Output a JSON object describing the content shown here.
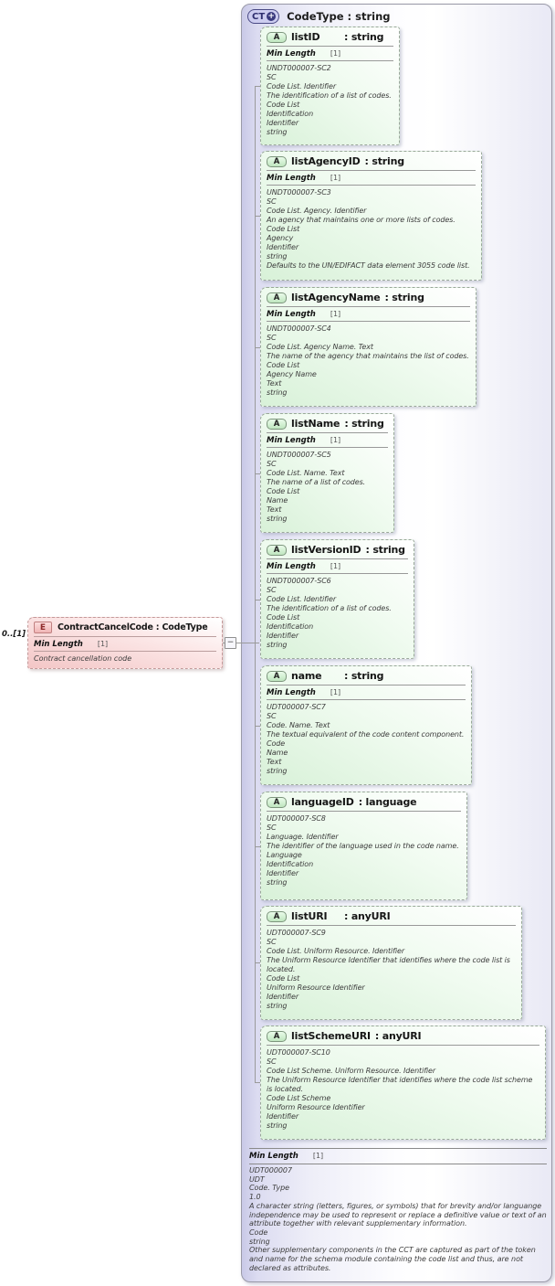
{
  "element": {
    "badge": "E",
    "cardinality": "0..[1]",
    "title": "ContractCancelCode : CodeType",
    "facet_label": "Min Length",
    "facet_value": "[1]",
    "description": "Contract cancellation code"
  },
  "connector": {
    "collapse_icon": "−"
  },
  "complex_type": {
    "badge": "CT",
    "expand_icon": "+",
    "title": "CodeType : string",
    "attributes": [
      {
        "badge": "A",
        "name": "listID",
        "type": ": string",
        "facet_label": "Min Length",
        "facet_value": "[1]",
        "lines": [
          "UNDT000007-SC2",
          "SC",
          "Code List. Identifier",
          "The identification of a list of codes.",
          "Code List",
          "Identification",
          "Identifier",
          "string"
        ]
      },
      {
        "badge": "A",
        "name": "listAgencyID",
        "type": ": string",
        "facet_label": "Min Length",
        "facet_value": "[1]",
        "lines": [
          "UNDT000007-SC3",
          "SC",
          "Code List. Agency. Identifier",
          "An agency that maintains one or more lists of codes.",
          "Code List",
          "Agency",
          "Identifier",
          "string",
          "Defaults to the UN/EDIFACT data element 3055 code list."
        ]
      },
      {
        "badge": "A",
        "name": "listAgencyName",
        "type": ": string",
        "facet_label": "Min Length",
        "facet_value": "[1]",
        "lines": [
          "UNDT000007-SC4",
          "SC",
          "Code List. Agency Name. Text",
          "The name of the agency that maintains the list of codes.",
          "Code List",
          "Agency Name",
          "Text",
          "string"
        ]
      },
      {
        "badge": "A",
        "name": "listName",
        "type": ": string",
        "facet_label": "Min Length",
        "facet_value": "[1]",
        "lines": [
          "UNDT000007-SC5",
          "SC",
          "Code List. Name. Text",
          "The name of a list of codes.",
          "Code List",
          "Name",
          "Text",
          "string"
        ]
      },
      {
        "badge": "A",
        "name": "listVersionID",
        "type": ": string",
        "facet_label": "Min Length",
        "facet_value": "[1]",
        "lines": [
          "UNDT000007-SC6",
          "SC",
          "Code List. Identifier",
          "The identification of a list of codes.",
          "Code List",
          "Identification",
          "Identifier",
          "string"
        ]
      },
      {
        "badge": "A",
        "name": "name",
        "type": ": string",
        "facet_label": "Min Length",
        "facet_value": "[1]",
        "lines": [
          "UDT000007-SC7",
          "SC",
          "Code. Name. Text",
          "The textual equivalent of the code content component.",
          "Code",
          "Name",
          "Text",
          "string"
        ]
      },
      {
        "badge": "A",
        "name": "languageID",
        "type": ": language",
        "lines": [
          "UDT000007-SC8",
          "SC",
          "Language. Identifier",
          "The identifier of the language used in the code name.",
          "Language",
          "Identification",
          "Identifier",
          "string"
        ]
      },
      {
        "badge": "A",
        "name": "listURI",
        "type": ": anyURI",
        "lines": [
          "UDT000007-SC9",
          "SC",
          "Code List. Uniform Resource. Identifier",
          "The Uniform Resource Identifier that identifies where the code list is located.",
          "Code List",
          "Uniform Resource Identifier",
          "Identifier",
          "string"
        ]
      },
      {
        "badge": "A",
        "name": "listSchemeURI",
        "type": ": anyURI",
        "lines": [
          "UDT000007-SC10",
          "SC",
          "Code List Scheme. Uniform Resource. Identifier",
          "The Uniform Resource Identifier that identifies where the code list scheme is located.",
          "Code List Scheme",
          "Uniform Resource Identifier",
          "Identifier",
          "string"
        ]
      }
    ],
    "footer": {
      "facet_label": "Min Length",
      "facet_value": "[1]",
      "lines": [
        "UDT000007",
        "UDT",
        "Code. Type",
        "1.0",
        "A character string (letters, figures, or symbols) that for brevity and/or languange independence may be used to represent or replace a definitive value or text of an attribute together with relevant supplementary information.",
        "Code",
        "string",
        "Other supplementary components in the CCT are captured as part of the token and name for the schema module containing the code list and thus, are not declared as attributes."
      ]
    }
  }
}
